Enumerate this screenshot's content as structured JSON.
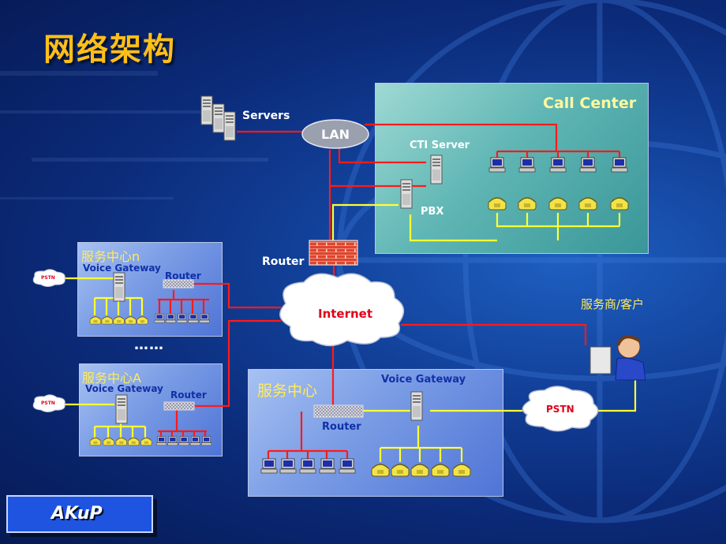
{
  "title": "网络架构",
  "call_center": {
    "title": "Call Center",
    "cti_server": "CTI Server",
    "pbx": "PBX"
  },
  "servers": "Servers",
  "lan": "LAN",
  "router_main": "Router",
  "internet": "Internet",
  "pstn_main": "PSTN",
  "pstn_small": "PSTN",
  "customer": "服务商/客户",
  "center_n": {
    "title": "服务中心n",
    "gateway": "Voice Gateway",
    "router": "Router"
  },
  "center_a": {
    "title": "服务中心A",
    "gateway": "Voice Gateway",
    "router": "Router"
  },
  "center_main": {
    "title": "服务中心",
    "gateway": "Voice  Gateway",
    "router": "Router"
  },
  "ellipsis": "……",
  "logo": "AKuP",
  "colors": {
    "title": "#ffbf1a",
    "link_red": "#ff1a1a",
    "link_yellow": "#ffff33",
    "cc_panel": "#5fb6b4",
    "svc_panel": "#7d9fe6"
  }
}
